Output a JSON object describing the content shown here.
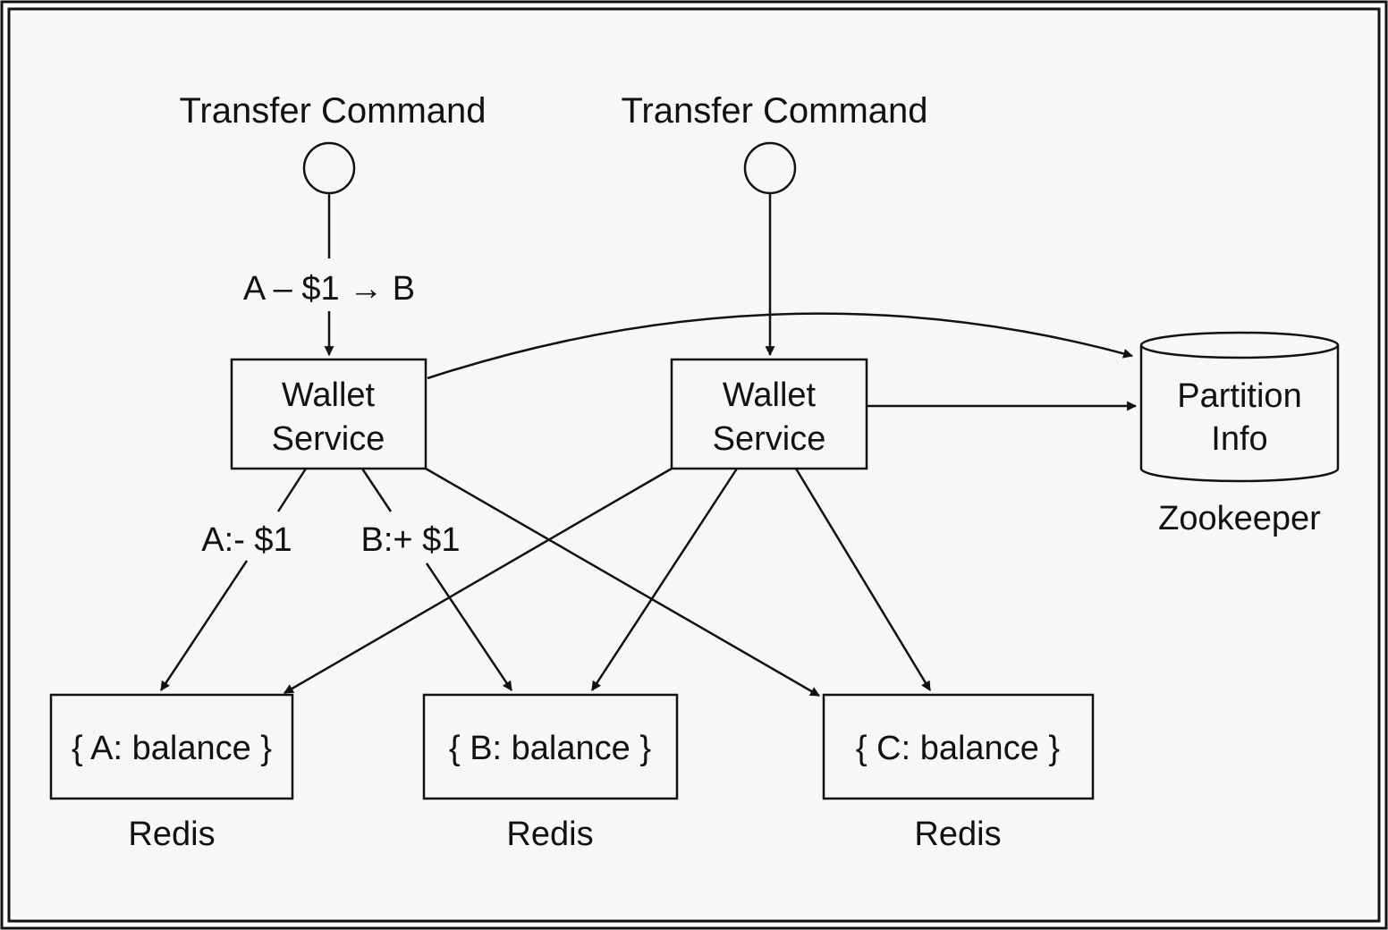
{
  "colors": {
    "ink": "#111111",
    "background": "#ffffff",
    "frame_fill": "#f7f7f7"
  },
  "commands": [
    {
      "label": "Transfer Command",
      "payload": "A – $1 → B"
    },
    {
      "label": "Transfer Command"
    }
  ],
  "services": [
    {
      "line1": "Wallet",
      "line2": "Service"
    },
    {
      "line1": "Wallet",
      "line2": "Service"
    }
  ],
  "operations": {
    "debit": "A:- $1",
    "credit": "B:+ $1"
  },
  "partition_store": {
    "line1": "Partition",
    "line2": "Info",
    "caption": "Zookeeper"
  },
  "shards": [
    {
      "content": "{ A: balance }",
      "caption": "Redis"
    },
    {
      "content": "{ B: balance }",
      "caption": "Redis"
    },
    {
      "content": "{ C: balance }",
      "caption": "Redis"
    }
  ]
}
